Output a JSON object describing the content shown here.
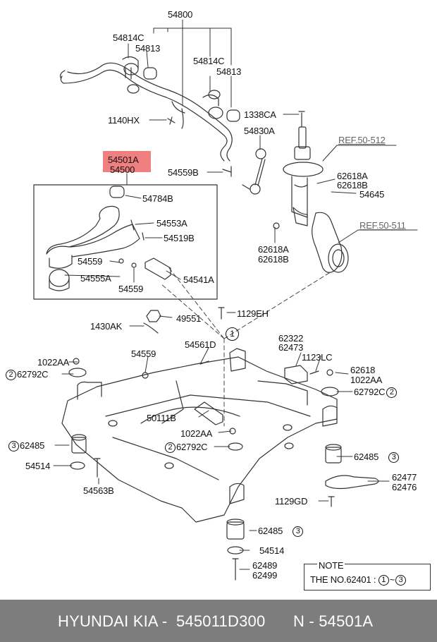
{
  "labels": {
    "p54800": "54800",
    "p54814c_a": "54814C",
    "p54813_a": "54813",
    "p54814c_b": "54814C",
    "p54813_b": "54813",
    "p1140hx": "1140HX",
    "p1338ca": "1338CA",
    "p54830a": "54830A",
    "ref512": "REF.50-512",
    "p54501a": "54501A",
    "p54500": "54500",
    "p54559b": "54559B",
    "p62618a_top": "62618A",
    "p62618b_top": "62618B",
    "p54645": "54645",
    "p54784b": "54784B",
    "p54553a": "54553A",
    "p54519b": "54519B",
    "ref511": "REF.50-511",
    "p62618a_bot": "62618A",
    "p62618b_bot": "62618B",
    "p54559_a": "54559",
    "p54555a": "54555A",
    "p54559_b": "54559",
    "p54541a": "54541A",
    "p1129eh": "1129EH",
    "p49551": "49551",
    "p1430ak": "1430AK",
    "circle1": "1",
    "p62322": "62322",
    "p62473": "62473",
    "p54561d": "54561D",
    "p1022aa_l": "1022AA",
    "p54559_c": "54559",
    "p1123lc": "1123LC",
    "p62792c_l": "62792C",
    "p62618_r": "62618",
    "p1022aa_r": "1022AA",
    "p62792c_r": "62792C",
    "circle2": "2",
    "p50111b": "50111B",
    "p1022aa_m": "1022AA",
    "p62485_l": "62485",
    "circle3": "3",
    "p62792c_m": "62792C",
    "p62485_r": "62485",
    "p54514_l": "54514",
    "p62477": "62477",
    "p62476": "62476",
    "p54563b": "54563B",
    "p1129gd": "1129GD",
    "p62485_b": "62485",
    "p54514_b": "54514",
    "p62489": "62489",
    "p62499": "62499"
  },
  "note": {
    "title": "NOTE",
    "text": "THE NO.62401 :",
    "from": "1",
    "sep": "~",
    "to": "3"
  },
  "footer": {
    "brand": "HYUNDAI  KIA -",
    "part_number": "545011D300",
    "ref": "N - 54501A"
  },
  "colors": {
    "highlight": "#f08080",
    "footer_bg": "#7d7d7d",
    "ref_text": "#666666"
  }
}
